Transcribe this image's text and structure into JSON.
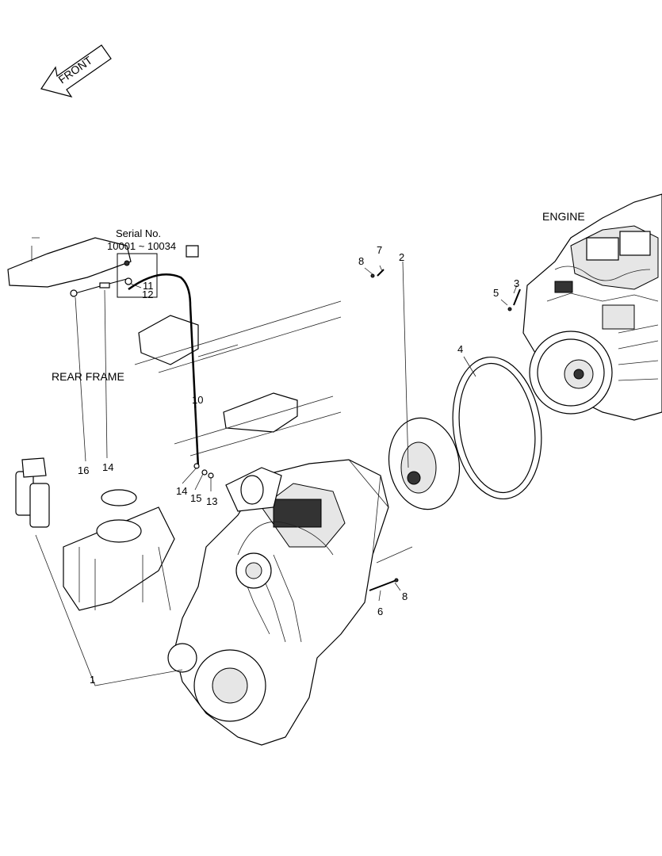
{
  "front_arrow": {
    "label": "FRONT"
  },
  "labels": {
    "engine": "ENGINE",
    "rear_frame": "REAR FRAME",
    "serial_line1": "Serial No.",
    "serial_line2": "10001 ~ 10034"
  },
  "callouts": [
    {
      "id": "c1",
      "text": "1"
    },
    {
      "id": "c2",
      "text": "2"
    },
    {
      "id": "c3",
      "text": "3"
    },
    {
      "id": "c4",
      "text": "4"
    },
    {
      "id": "c5",
      "text": "5"
    },
    {
      "id": "c6",
      "text": "6"
    },
    {
      "id": "c7",
      "text": "7"
    },
    {
      "id": "c8a",
      "text": "8"
    },
    {
      "id": "c8b",
      "text": "8"
    },
    {
      "id": "c10",
      "text": "10"
    },
    {
      "id": "c11",
      "text": "11"
    },
    {
      "id": "c12",
      "text": "12"
    },
    {
      "id": "c13",
      "text": "13"
    },
    {
      "id": "c14a",
      "text": "14"
    },
    {
      "id": "c14b",
      "text": "14"
    },
    {
      "id": "c15",
      "text": "15"
    },
    {
      "id": "c16",
      "text": "16"
    }
  ]
}
